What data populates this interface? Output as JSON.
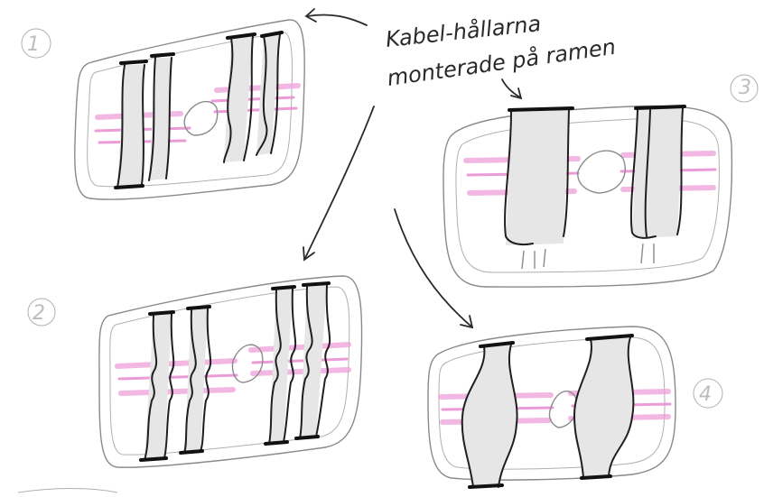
{
  "annotation": {
    "line1": "Kabel-hållarna",
    "line2": "monterade på ramen"
  },
  "panels": [
    {
      "number": "1"
    },
    {
      "number": "2"
    },
    {
      "number": "3"
    },
    {
      "number": "4"
    }
  ],
  "colors": {
    "ink": "#1f1f1f",
    "pencil": "#8a8a8a",
    "cable_pink": "#e98ad0"
  }
}
